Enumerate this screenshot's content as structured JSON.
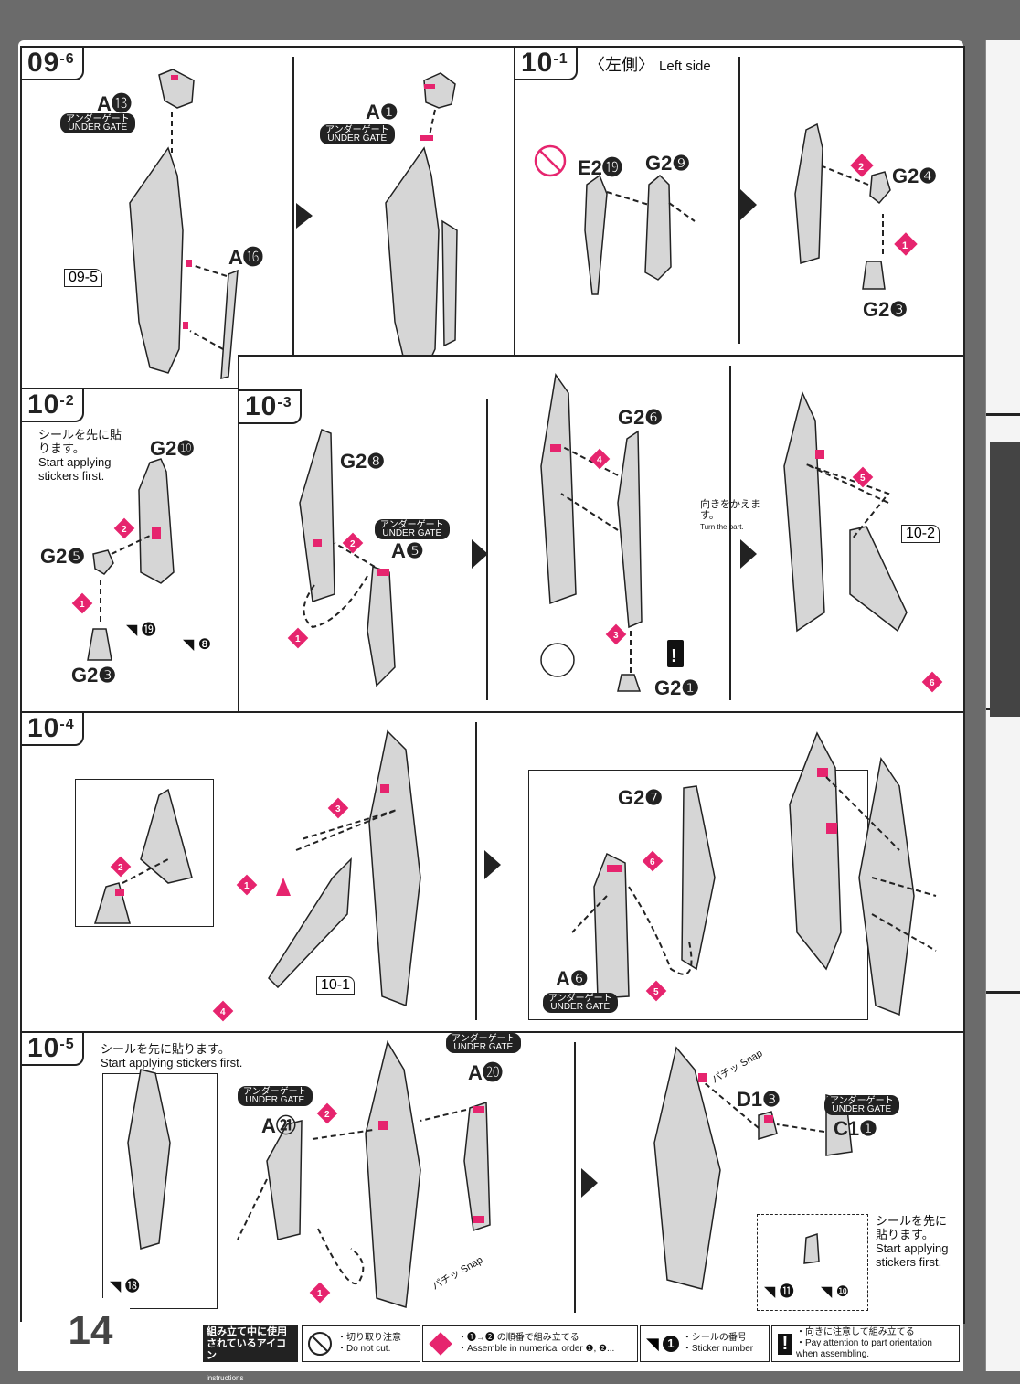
{
  "page_number": "14",
  "steps": {
    "s09_6": {
      "step": "09",
      "sub": "-6",
      "parts": [
        "A⓭",
        "A❶",
        "A⓰"
      ],
      "ref": "09-5",
      "under_gate": "UNDER GATE",
      "under_gate_jp": "アンダーゲート"
    },
    "s10_1": {
      "step": "10",
      "sub": "-1",
      "side_jp": "〈左側〉",
      "side_en": "Left side",
      "parts": [
        "E2⓳",
        "G2❾",
        "G2❹",
        "G2❸"
      ],
      "marks": [
        "1",
        "2"
      ]
    },
    "s10_2": {
      "step": "10",
      "sub": "-2",
      "note_jp": "シールを先に貼ります。",
      "note_en": "Start applying stickers first.",
      "parts": [
        "G2❿",
        "G2❺",
        "G2❸"
      ],
      "stickers": [
        "⓳",
        "❽"
      ],
      "marks": [
        "1",
        "2"
      ]
    },
    "s10_3": {
      "step": "10",
      "sub": "-3",
      "parts": [
        "G2❽",
        "A❺",
        "G2❻",
        "G2❶"
      ],
      "turn_jp": "向きをかえます。",
      "turn_en": "Turn the part.",
      "ref": "10-2",
      "marks": [
        "1",
        "2",
        "3",
        "4",
        "5",
        "6"
      ],
      "under_gate": "UNDER GATE",
      "under_gate_jp": "アンダーゲート"
    },
    "s10_4": {
      "step": "10",
      "sub": "-4",
      "parts": [
        "G2❼",
        "A❻"
      ],
      "ref": "10-1",
      "marks": [
        "1",
        "2",
        "3",
        "4",
        "5",
        "6"
      ],
      "under_gate": "UNDER GATE",
      "under_gate_jp": "アンダーゲート"
    },
    "s10_5": {
      "step": "10",
      "sub": "-5",
      "note_jp": "シールを先に貼ります。",
      "note_en": "Start applying stickers first.",
      "parts": [
        "A㉑",
        "A⓴",
        "D1❸",
        "C1❶"
      ],
      "stickers": [
        "⓲",
        "⓫",
        "❿"
      ],
      "snap": "Snap",
      "snap_jp": "パチッ",
      "marks": [
        "1",
        "2"
      ],
      "under_gate": "UNDER GATE",
      "under_gate_jp": "アンダーゲート",
      "note2_jp": "シールを先に貼ります。",
      "note2_en": "Start applying stickers first."
    }
  },
  "legend": {
    "title_jp_1": "組み立て中に使用",
    "title_jp_2": "されているアイコン",
    "title_en": "Symbols used in instructions",
    "cut_jp": "・切り取り注意",
    "cut_en": "・Do not cut.",
    "order_jp": "・❶→❷ の順番で組み立てる",
    "order_en": "・Assemble in numerical order ❶, ❷...",
    "sticker_jp": "・シールの番号",
    "sticker_en": "・Sticker number",
    "attention_jp": "・向きに注意して組み立てる",
    "attention_en_1": "・Pay attention to part orientation",
    "attention_en_2": "when assembling."
  },
  "colors": {
    "accent": "#e6246e",
    "ink": "#222222",
    "part_fill": "#d6d6d6",
    "background": "#6b6b6b"
  }
}
